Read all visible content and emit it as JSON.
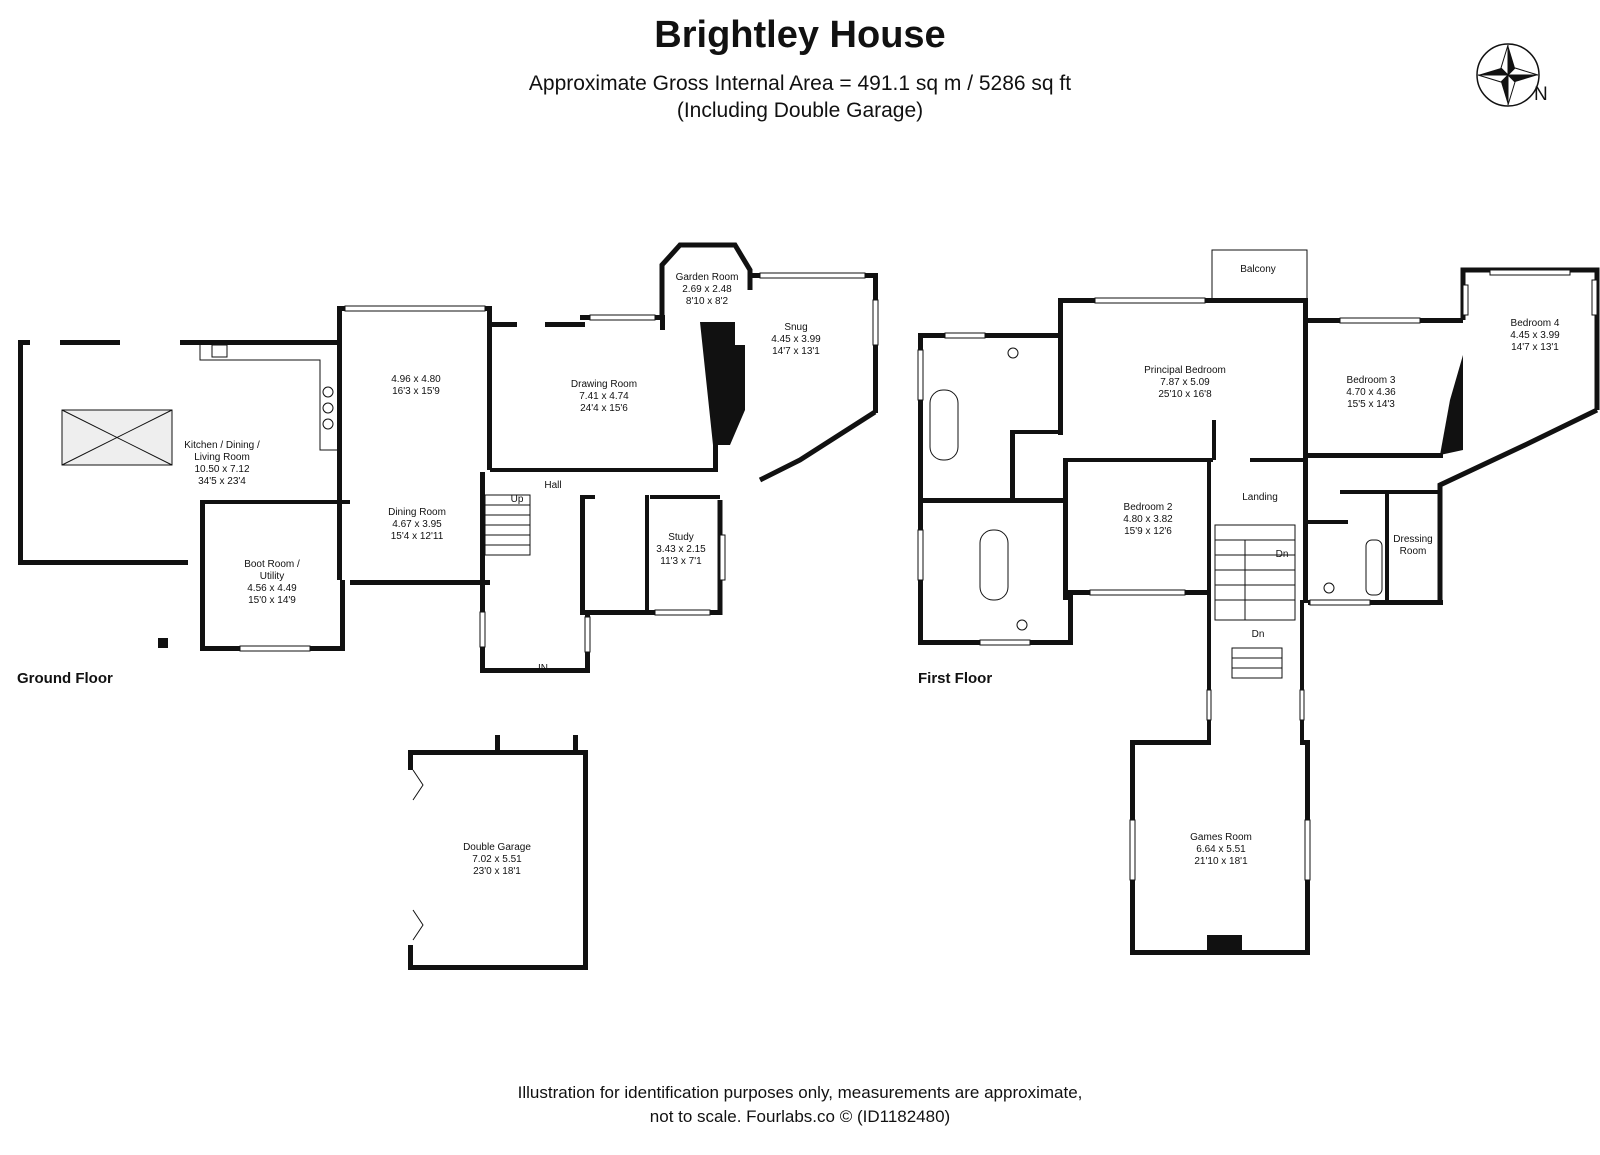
{
  "header": {
    "title": "Brightley House",
    "area_line": "Approximate Gross Internal Area = 491.1 sq m / 5286 sq ft",
    "area_note": "(Including Double Garage)"
  },
  "compass": {
    "label": "N",
    "icon": "compass-rose-icon"
  },
  "floors": {
    "ground": {
      "label": "Ground Floor",
      "rooms": {
        "kitchen": {
          "name1": "Kitchen / Dining /",
          "name2": "Living Room",
          "metric": "10.50 x 7.12",
          "imperial": "34'5 x 23'4"
        },
        "room_unnamed": {
          "metric": "4.96 x 4.80",
          "imperial": "16'3 x 15'9"
        },
        "drawing": {
          "name": "Drawing Room",
          "metric": "7.41 x 4.74",
          "imperial": "24'4 x 15'6"
        },
        "garden": {
          "name": "Garden Room",
          "metric": "2.69 x 2.48",
          "imperial": "8'10 x 8'2"
        },
        "snug": {
          "name": "Snug",
          "metric": "4.45 x 3.99",
          "imperial": "14'7 x 13'1"
        },
        "dining": {
          "name": "Dining Room",
          "metric": "4.67 x 3.95",
          "imperial": "15'4 x 12'11"
        },
        "boot": {
          "name1": "Boot Room /",
          "name2": "Utility",
          "metric": "4.56 x 4.49",
          "imperial": "15'0 x 14'9"
        },
        "study": {
          "name": "Study",
          "metric": "3.43 x 2.15",
          "imperial": "11'3 x 7'1"
        },
        "hall": {
          "name": "Hall"
        },
        "stairs_up": "Up",
        "entrance": "IN"
      }
    },
    "garage": {
      "name": "Double Garage",
      "metric": "7.02 x 5.51",
      "imperial": "23'0 x 18'1"
    },
    "first": {
      "label": "First Floor",
      "rooms": {
        "balcony": {
          "name": "Balcony"
        },
        "principal": {
          "name": "Principal Bedroom",
          "metric": "7.87 x 5.09",
          "imperial": "25'10 x 16'8"
        },
        "bed3": {
          "name": "Bedroom 3",
          "metric": "4.70 x 4.36",
          "imperial": "15'5 x 14'3"
        },
        "bed4": {
          "name": "Bedroom 4",
          "metric": "4.45 x 3.99",
          "imperial": "14'7 x 13'1"
        },
        "bed2": {
          "name": "Bedroom 2",
          "metric": "4.80 x 3.82",
          "imperial": "15'9 x 12'6"
        },
        "landing": {
          "name": "Landing"
        },
        "dressing": {
          "name1": "Dressing",
          "name2": "Room"
        },
        "games": {
          "name": "Games Room",
          "metric": "6.64 x 5.51",
          "imperial": "21'10 x 18'1"
        },
        "stairs_dn1": "Dn",
        "stairs_dn2": "Dn"
      }
    }
  },
  "footer": {
    "line1": "Illustration for identification purposes only, measurements are approximate,",
    "line2": "not to scale. Fourlabs.co © (ID1182480)"
  }
}
